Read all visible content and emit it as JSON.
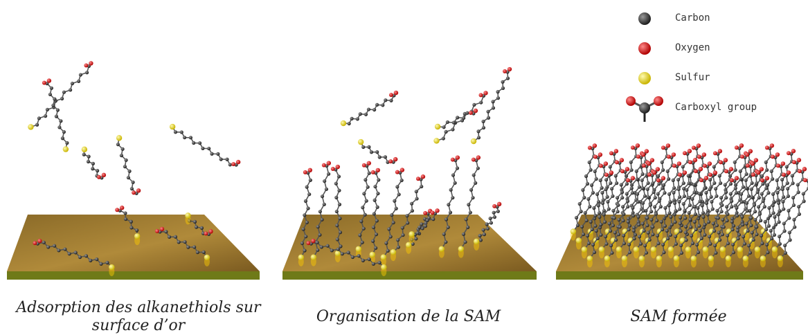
{
  "legend": {
    "items": [
      {
        "label": "Carbon",
        "icon": "carbon-atom-icon",
        "color": "#3a3a3a"
      },
      {
        "label": "Oxygen",
        "icon": "oxygen-atom-icon",
        "color": "#e01010"
      },
      {
        "label": "Sulfur",
        "icon": "sulfur-atom-icon",
        "color": "#e8d800"
      },
      {
        "label": "Carboxyl group",
        "icon": "carboxyl-group-icon",
        "color": "#e01010"
      }
    ]
  },
  "panels": [
    {
      "caption_line1": "Adsorption des alkanethiols sur",
      "caption_line2": "surface d’or"
    },
    {
      "caption_line1": "Organisation de la SAM",
      "caption_line2": ""
    },
    {
      "caption_line1": "SAM formée",
      "caption_line2": ""
    }
  ],
  "colors": {
    "gold_surface": "#a07a2a",
    "gold_edge": "#6f7a18",
    "carbon": "#3a3a3a",
    "oxygen": "#e01010",
    "sulfur": "#e8d800"
  }
}
